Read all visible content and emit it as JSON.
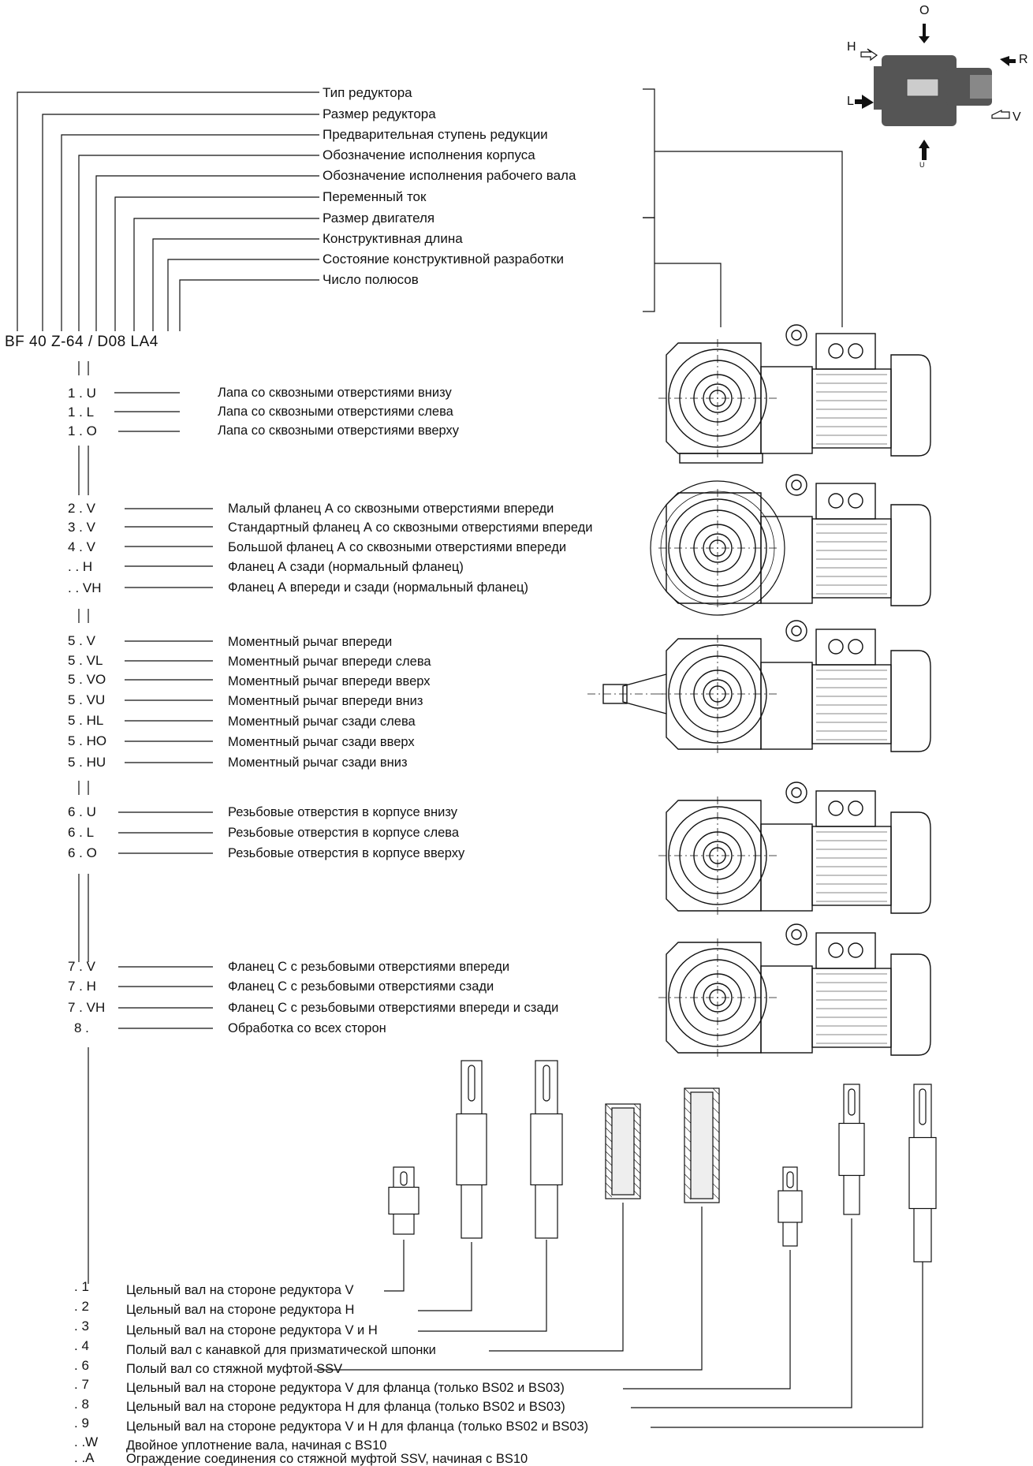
{
  "header": {
    "items": [
      "Тип редуктора",
      "Размер редуктора",
      "Предварительная ступень редукции",
      "Обозначение исполнения корпуса",
      "Обозначение исполнения рабочего вала",
      "Переменный ток",
      "Размер двигателя",
      "Конструктивная длина",
      "Состояние конструктивной разработки",
      "Число полюсов"
    ]
  },
  "type_code": "BF 40 Z-64 / D08 LA4",
  "orientation_icon": {
    "o": "O",
    "h": "H",
    "r": "R",
    "l": "L",
    "v": "V",
    "u": "U"
  },
  "housing": {
    "group1": [
      {
        "code": "1 . U",
        "desc": "Лапа со сквозными отверстиями внизу"
      },
      {
        "code": "1 . L",
        "desc": "Лапа со сквозными отверстиями слева"
      },
      {
        "code": "1 . O",
        "desc": "Лапа со сквозными отверстиями вверху"
      }
    ],
    "group2": [
      {
        "code": "2 . V",
        "desc": "Малый фланец А со сквозными отверстиями впереди"
      },
      {
        "code": "3 . V",
        "desc": "Стандартный фланец А со сквозными отверстиями впереди"
      },
      {
        "code": "4 . V",
        "desc": "Большой фланец А со сквозными отверстиями впереди"
      },
      {
        "code": ". . H",
        "desc": "Фланец А сзади (нормальный фланец)"
      },
      {
        "code": ". . VH",
        "desc": "Фланец А впереди и сзади (нормальный фланец)"
      }
    ],
    "group3": [
      {
        "code": "5 . V",
        "desc": "Моментный рычаг впереди"
      },
      {
        "code": "5 . VL",
        "desc": "Моментный рычаг впереди слева"
      },
      {
        "code": "5 . VO",
        "desc": "Моментный рычаг впереди вверх"
      },
      {
        "code": "5 . VU",
        "desc": "Моментный рычаг впереди вниз"
      },
      {
        "code": "5 . HL",
        "desc": "Моментный рычаг сзади слева"
      },
      {
        "code": "5 . HO",
        "desc": "Моментный рычаг сзади вверх"
      },
      {
        "code": "5 . HU",
        "desc": "Моментный рычаг сзади вниз"
      }
    ],
    "group4": [
      {
        "code": "6 . U",
        "desc": "Резьбовые отверстия в корпусе внизу"
      },
      {
        "code": "6 . L",
        "desc": "Резьбовые отверстия в корпусе слева"
      },
      {
        "code": "6 . O",
        "desc": "Резьбовые отверстия в корпусе вверху"
      }
    ],
    "group5": [
      {
        "code": "7 . V",
        "desc": "Фланец С с резьбовыми отверстиями впереди"
      },
      {
        "code": "7 . H",
        "desc": "Фланец С с резьбовыми отверстиями сзади"
      },
      {
        "code": "7 . VH",
        "desc": "Фланец С с резьбовыми отверстиями впереди и сзади"
      },
      {
        "code": "8 .",
        "desc": "Обработка со всех сторон"
      }
    ]
  },
  "shafts": [
    {
      "code": ". 1",
      "desc": "Цельный вал на стороне редуктора V"
    },
    {
      "code": ". 2",
      "desc": "Цельный вал на стороне редуктора H"
    },
    {
      "code": ". 3",
      "desc": "Цельный вал на стороне редуктора V  и H"
    },
    {
      "code": ". 4",
      "desc": "Полый вал с канавкой для призматической шпонки"
    },
    {
      "code": ". 6",
      "desc": "Полый вал со стяжной муфтой SSV"
    },
    {
      "code": ". 7",
      "desc": "Цельный вал на стороне редуктора V для фланца (только BS02 и BS03)"
    },
    {
      "code": ". 8",
      "desc": "Цельный вал на стороне редуктора H для фланца (только BS02 и BS03)"
    },
    {
      "code": ". 9",
      "desc": "Цельный вал на стороне редуктора V и H для фланца (только BS02 и BS03)"
    },
    {
      "code": ". .W",
      "desc": "Двойное уплотнение вала, начиная с BS10"
    },
    {
      "code": ". .A",
      "desc": "Ограждение соединения со стяжной муфтой SSV, начиная с BS10"
    }
  ]
}
